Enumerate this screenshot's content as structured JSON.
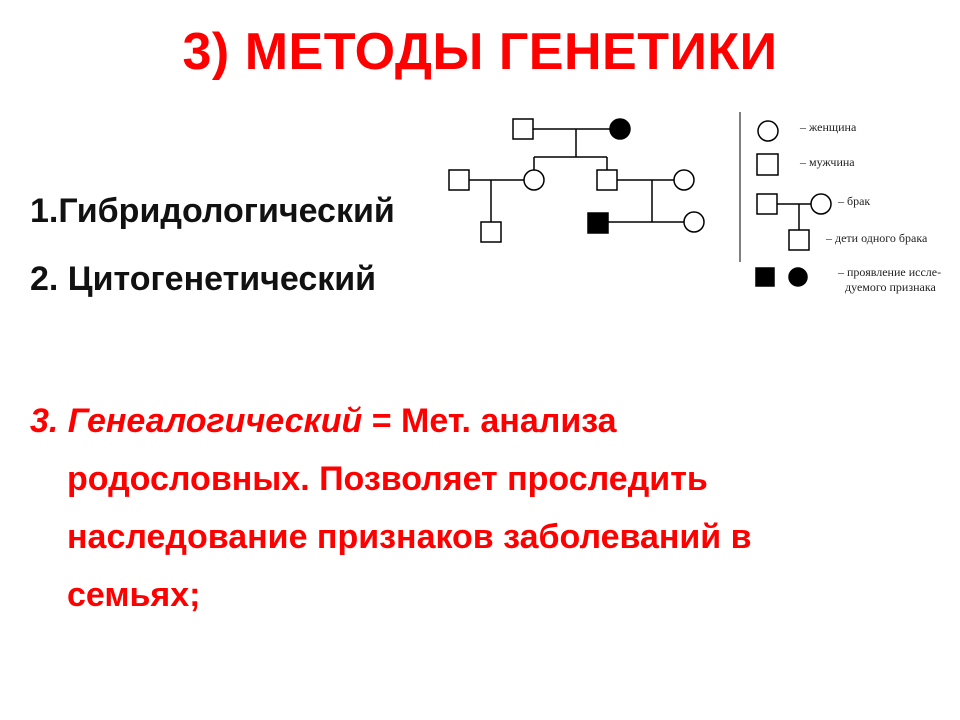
{
  "title": "3) МЕТОДЫ ГЕНЕТИКИ",
  "methods": {
    "item1": "1.Гибридологический",
    "item2": "2. Цитогенетический",
    "item3": {
      "name": "3. Генеалогический",
      "equals": " = Мет. анализа",
      "line2": "родословных. Позволяет проследить",
      "line3": "наследование признаков заболеваний в",
      "line4": "семьях;"
    }
  },
  "legend": {
    "female": "– женщина",
    "male": "– мужчина",
    "marriage": "– брак",
    "siblings": "– дети одного брака",
    "trait_line1": "– проявление иссле-",
    "trait_line2": "дуемого признака"
  },
  "colors": {
    "title": "#ff0000",
    "text": "#111111",
    "highlight": "#ff0000"
  }
}
